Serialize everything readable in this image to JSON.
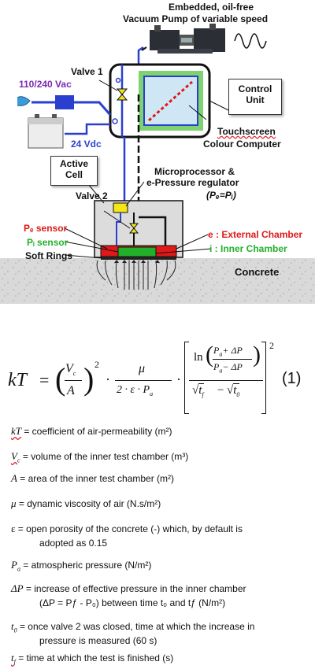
{
  "diagram": {
    "pump_title_line1": "Embedded, oil-free",
    "pump_title_line2": "Vacuum Pump  of variable speed",
    "valve1": "Valve 1",
    "power_ac": "110/240 Vac",
    "power_dc": "24 Vdc",
    "control_unit_line1": "Control",
    "control_unit_line2": "Unit",
    "touchscreen_line1": "Touchscreen",
    "touchscreen_line2": "Colour Computer",
    "active_cell_line1": "Active",
    "active_cell_line2": "Cell",
    "microprocessor_line1": "Microprocessor &",
    "microprocessor_line2": "e-Pressure regulator",
    "pressure_rule": "(Pₑ=Pᵢ)",
    "valve2": "Valve 2",
    "pe_sensor": "Pₑ sensor",
    "pi_sensor": "Pᵢ sensor",
    "soft_rings": "Soft Rings",
    "external_chamber": "e : External Chamber",
    "inner_chamber": "i : Inner Chamber",
    "concrete": "Concrete",
    "colors": {
      "blue": "#2a3fd0",
      "red": "#e01818",
      "green": "#22b02a",
      "yellow": "#f5e61a"
    }
  },
  "formula": {
    "lhs": "kT",
    "eq": "=",
    "vc": "V",
    "vc_sub": "c",
    "a": "A",
    "exp": "2",
    "mu": "μ",
    "denom": "2 · ε · P",
    "denom_sub": "a",
    "ln": "ln",
    "pa_plus": "P",
    "pa_plus_sub": "a",
    "pa_plus_rest": "+ ΔP",
    "pa_minus": "P",
    "pa_minus_sub": "a",
    "pa_minus_rest": "− ΔP",
    "tf": "t",
    "tf_sub": "f",
    "t0": "t",
    "t0_sub": "0",
    "dot": "·",
    "number": "(1)"
  },
  "definitions": [
    {
      "sym": "kT",
      "text": " = coefficient of air-permeability (m²)"
    },
    {
      "sym": "V",
      "sub": "c",
      "text": " = volume of the inner test chamber (m³)"
    },
    {
      "sym": "A",
      "text": " =  area of the inner test chamber (m²)"
    },
    {
      "sym": "μ",
      "text": " =  dynamic viscosity of air (N.s/m²)"
    },
    {
      "sym": "ε",
      "text": " =  open porosity of the concrete (-) which, by default is",
      "cont": "adopted as 0.15"
    },
    {
      "sym": "P",
      "sub": "a",
      "text": " = atmospheric pressure (N/m²)"
    },
    {
      "sym": "ΔP",
      "text": " = increase of effective pressure in the inner chamber",
      "cont": "(ΔP = Pƒ - P₀) between time t₀ and tƒ (N/m²)"
    },
    {
      "sym": "t",
      "sub": "0",
      "text": " = once valve 2 was closed, time at which the increase in",
      "cont": "pressure is measured (60 s)"
    },
    {
      "sym": "t",
      "sub": "f",
      "text": " =  time at which the test is finished (s)"
    }
  ]
}
